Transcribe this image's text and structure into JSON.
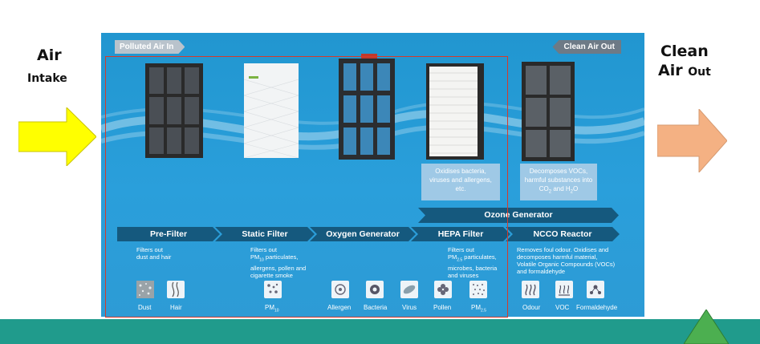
{
  "labels": {
    "intake_title": "Air",
    "intake_sub": "Intake",
    "clean_title_1": "Clean",
    "clean_title_2": "Air",
    "clean_title_3": "Out"
  },
  "panel": {
    "tag_in": "Polluted Air In",
    "tag_out": "Clean Air Out"
  },
  "callouts": {
    "hepa": [
      "Oxidises bacteria,",
      "viruses and allergens,",
      "etc."
    ],
    "ncco_1": "Decomposes VOCs,",
    "ncco_2": "harmful substances into",
    "ncco_co": "CO",
    "ncco_co_sub": "2",
    "ncco_and": " and H",
    "ncco_h_sub": "2",
    "ncco_o": "O"
  },
  "ozone": "Ozone Generator",
  "stages": [
    {
      "label": "Pre-Filter"
    },
    {
      "label": "Static Filter"
    },
    {
      "label": "Oxygen Generator"
    },
    {
      "label": "HEPA Filter"
    },
    {
      "label": "NCCO Reactor"
    }
  ],
  "descriptions": {
    "prefilter": [
      "Filters out",
      "dust and hair"
    ],
    "static_1": "Filters out",
    "static_pm": "PM",
    "static_pm_sub": "10",
    "static_rest": " particulates,",
    "static_lines": [
      "allergens, pollen and",
      "cigarette smoke"
    ],
    "hepa_1": "Filters out",
    "hepa_pm": "PM",
    "hepa_pm_sub": "2.5",
    "hepa_rest": " particulates,",
    "hepa_lines": [
      "microbes, bacteria",
      "and viruses"
    ],
    "ncco": [
      "Removes foul odour. Oxidises and",
      "decomposes harmful material,",
      "Volatile Organic Compounds (VOCs)",
      "and formaldehyde"
    ]
  },
  "icons": {
    "dust": "Dust",
    "hair": "Hair",
    "pm10": "PM",
    "pm10_sub": "10",
    "allergen": "Allergen",
    "bacteria": "Bacteria",
    "virus": "Virus",
    "pollen": "Pollen",
    "pm25": "PM",
    "pm25_sub": "2.5",
    "odour": "Odour",
    "voc": "VOC",
    "formaldehyde": "Formaldehyde"
  },
  "colors": {
    "arrow_in": "#ffff00",
    "arrow_out": "#f4b183",
    "panel_bg": "#2a9fdb",
    "stage_bar": "#15597e",
    "red_box": "#d63a2a",
    "band": "#209b8c",
    "triangle": "#4caf50"
  }
}
